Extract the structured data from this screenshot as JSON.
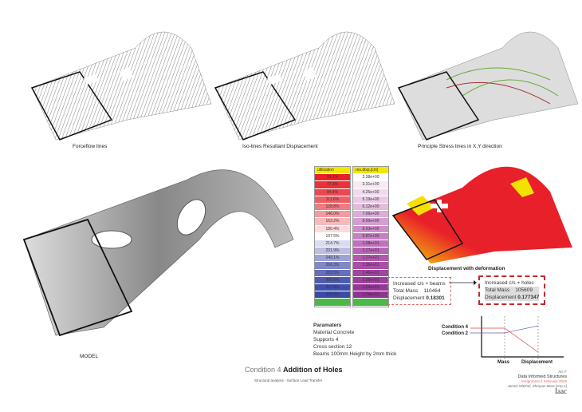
{
  "captions": {
    "forceflow": "Forceflow lines",
    "isolines": "Iso-lines Resultant Displacement",
    "principal": "Principle Stress lines in X,Y direction",
    "model": "MODEL",
    "deformation": "Displacement with deformation"
  },
  "utilization": {
    "header": "utilization",
    "values": [
      "60.1%",
      "77.3%",
      "94.4%",
      "111.6%",
      "128.8%",
      "146.0%",
      "163.2%",
      "180.4%",
      "197.5%",
      "214.7%",
      "231.9%",
      "249.1%",
      "266.3%",
      "283.5%",
      "300.6%",
      "317.8%",
      "335.0%"
    ],
    "colors": [
      "#e8202a",
      "#ea3038",
      "#ec4650",
      "#ef5d64",
      "#f17a80",
      "#f49a9e",
      "#f7babd",
      "#fadcdd",
      "#ffffff",
      "#dadcee",
      "#bcbfe2",
      "#9ea3d5",
      "#8088c8",
      "#656fbd",
      "#4e5bb2",
      "#3f4fab",
      "#3a4aa6"
    ]
  },
  "displacement": {
    "header": "res.disp.[cm]",
    "values": [
      "2.38e+00",
      "3.31e+00",
      "4.25e+00",
      "5.19e+00",
      "6.12e+00",
      "7.06e+00",
      "8.00e+00",
      "8.93e+00",
      "9.87e+00",
      "1.08e+01",
      "1.17e+01",
      "1.27e+01",
      "1.36e+01",
      "1.46e+01",
      "1.55e+01",
      "1.64e+01",
      "1.74e+01"
    ],
    "colors": [
      "#ffffff",
      "#f7eaf5",
      "#f0dbee",
      "#e9cbe6",
      "#e2bcdf",
      "#dbadd8",
      "#d49ed1",
      "#cd8fca",
      "#c680c3",
      "#bf72bc",
      "#b865b5",
      "#b159ae",
      "#aa4ea8",
      "#a345a2",
      "#9d3d9d",
      "#973698",
      "#923094"
    ]
  },
  "box_beams": {
    "title": "Increased c/s + beams",
    "mass_label": "Total Mass",
    "mass": "110464",
    "disp_label": "Displacement",
    "disp": "0.18301"
  },
  "box_holes": {
    "title": "Increased c/s + holes",
    "mass_label": "Total Mass",
    "mass": "105609",
    "disp_label": "Displacement",
    "disp": "0.177347"
  },
  "mini_chart": {
    "series": [
      "Condition 4",
      "Condition 2"
    ],
    "x_labels": [
      "Mass",
      "Displacement"
    ]
  },
  "parameters": {
    "title": "Paramaters",
    "lines": [
      "Material Concrete",
      "Supports 4",
      "Cross section 12",
      "Beams 100mm Height by 2mm thick"
    ]
  },
  "title": {
    "prefix": "Condition 4",
    "main": "Addition of Holes",
    "subtitle": "Structural analysis - Surface Load Transfer"
  },
  "footer": {
    "page": "A0: F",
    "course": "Data Informed Structures",
    "assignment": "Assignment 2 February 2015",
    "authors": "James Mitchel, Shreyas More [Grp-1]",
    "logo": "Iaac"
  }
}
